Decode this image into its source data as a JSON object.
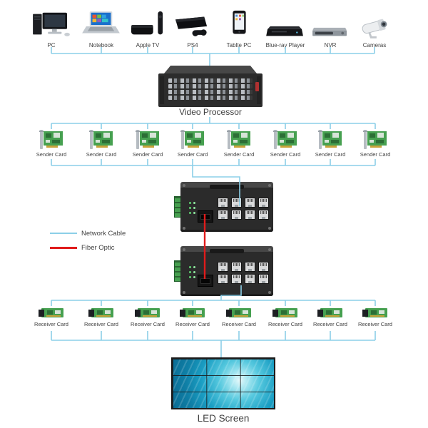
{
  "devices": [
    {
      "label": "PC",
      "icon": "desktop-pc"
    },
    {
      "label": "Notebook",
      "icon": "laptop"
    },
    {
      "label": "Apple TV",
      "icon": "apple-tv-box"
    },
    {
      "label": "PS4",
      "icon": "game-console"
    },
    {
      "label": "Tablte PC",
      "icon": "tablet"
    },
    {
      "label": "Blue-ray Player",
      "icon": "bluray-player"
    },
    {
      "label": "NVR",
      "icon": "nvr-recorder"
    },
    {
      "label": "Cameras",
      "icon": "security-camera"
    }
  ],
  "video_processor": {
    "label": "Video Processor"
  },
  "sender_cards": {
    "label": "Sender Card",
    "count": 8
  },
  "receiver_cards": {
    "label": "Receiver Card",
    "count": 8
  },
  "switches": {
    "count": 2,
    "rj45_ports_per_switch": 8,
    "sfp_ports_per_switch": 1
  },
  "legend": {
    "network_cable_label": "Network Cable",
    "fiber_optic_label": "Fiber Optic"
  },
  "led_screen": {
    "label": "LED Screen",
    "rows": 3,
    "cols": 3
  },
  "colors": {
    "network_cable": "#8ccfe8",
    "fiber_optic": "#e01b1b",
    "label_text": "#3f3f3f",
    "pcb_green": "#46a050",
    "led_teal": "#1b9fc4"
  }
}
